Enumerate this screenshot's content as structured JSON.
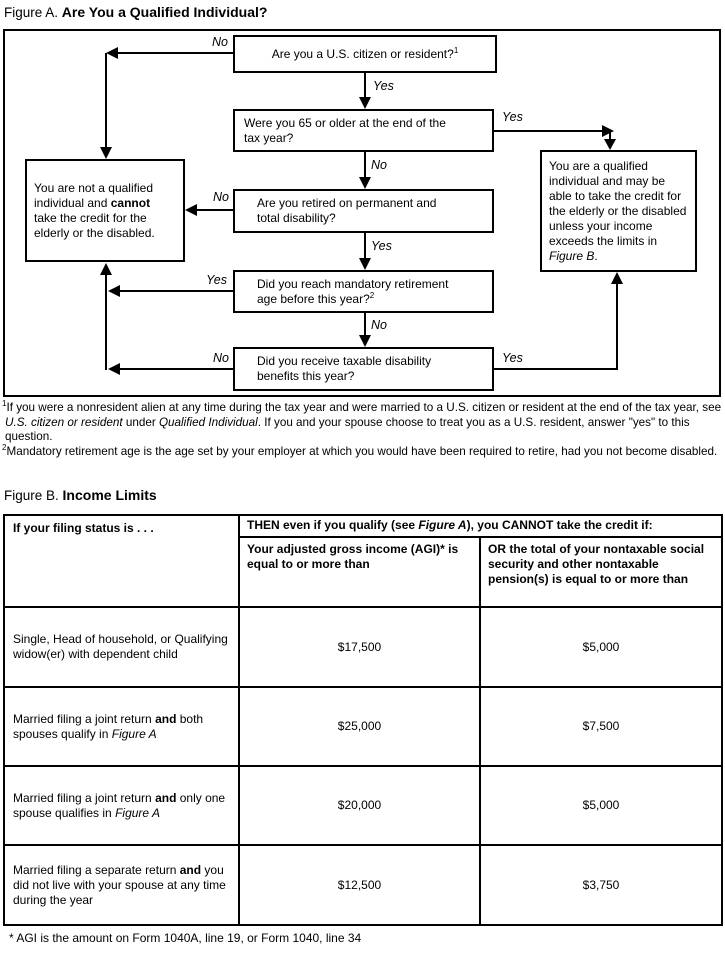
{
  "figure_a": {
    "label": "Figure A.",
    "title": "Are You a Qualified Individual?",
    "labels": {
      "yes": "Yes",
      "no": "No"
    },
    "boxes": {
      "q1": {
        "text": "Are you a U.S. citizen or resident?",
        "sup": "1"
      },
      "q2": {
        "line1": "Were you 65 or older at the end of the",
        "line2": "tax year?"
      },
      "q3": {
        "line1": "Are you retired on permanent and",
        "line2": "total disability?"
      },
      "q4": {
        "line1": "Did you reach mandatory retirement",
        "line2": "age before this year?",
        "sup": "2"
      },
      "q5": {
        "line1": "Did you receive taxable disability",
        "line2": "benefits this year?"
      },
      "not_qualified": {
        "pre": "You are not a qualified individual and ",
        "bold": "cannot",
        "post": " take the credit for the elderly or the disabled."
      },
      "qualified": {
        "pre": "You are a qualified individual and may be able to take the credit for the elderly or the disabled unless your income exceeds the limits in ",
        "italic": "Figure B",
        "post": "."
      }
    }
  },
  "footnotes": {
    "f1": {
      "sup": "1",
      "pre": "If you were a nonresident alien at any time during the tax year and were married to a U.S. citizen or resident at the end of the tax year, see ",
      "i1": "U.S. citizen or resident",
      "mid": " under ",
      "i2": "Qualified Individual",
      "post": ". If you and your spouse choose to treat you as a U.S. resident, answer \"yes\" to this question."
    },
    "f2": {
      "sup": "2",
      "text": "Mandatory retirement age is the age set by your employer at which you would have been required to retire, had you not become disabled."
    }
  },
  "figure_b": {
    "label": "Figure B.",
    "title": "Income Limits",
    "table": {
      "col1_header": "If your filing status is . . .",
      "then_header": {
        "pre": "THEN even if you qualify (see ",
        "italic": "Figure A",
        "post": "), you CANNOT take the credit if:"
      },
      "col2_header": "Your adjusted gross income (AGI)* is equal to or more than",
      "col3_header": "OR the total of your nontaxable social security and other nontaxable pension(s) is equal to or more than",
      "rows": [
        {
          "status": "Single, Head of household, or Qualifying widow(er) with dependent child",
          "agi": "$17,500",
          "pension": "$5,000"
        },
        {
          "status_pre": "Married filing a joint return ",
          "status_bold": "and",
          "status_mid": " both spouses qualify in ",
          "status_italic": "Figure A",
          "agi": "$25,000",
          "pension": "$7,500"
        },
        {
          "status_pre": "Married filing a joint return ",
          "status_bold": "and",
          "status_mid": " only one spouse qualifies in ",
          "status_italic": "Figure A",
          "agi": "$20,000",
          "pension": "$5,000"
        },
        {
          "status_pre": "Married filing a separate return ",
          "status_bold": "and",
          "status_mid": " you did not live with your spouse at any time during the year",
          "agi": "$12,500",
          "pension": "$3,750"
        }
      ]
    },
    "footnote": "* AGI is the amount on Form 1040A, line 19, or Form 1040, line 34"
  }
}
